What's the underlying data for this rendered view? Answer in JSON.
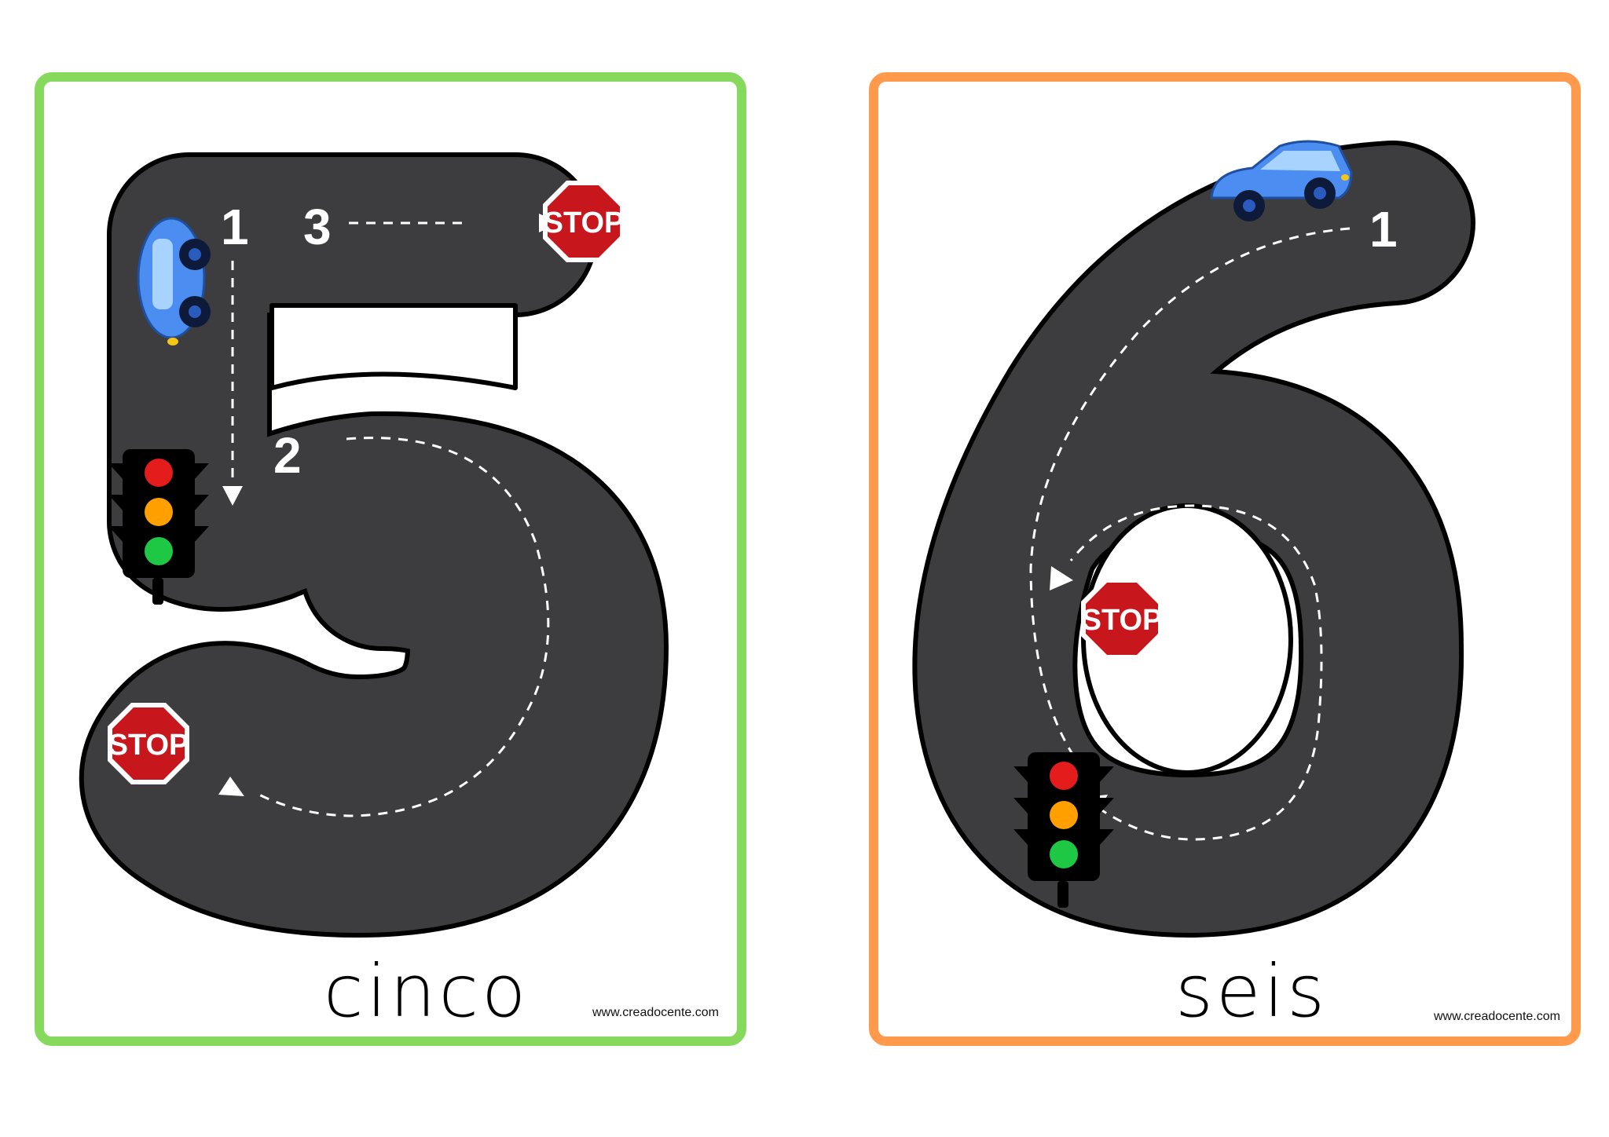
{
  "colors": {
    "card5_border": "#86d95c",
    "card6_border": "#ff9a4d",
    "road": "#3d3d3f",
    "stop": "#c8161d",
    "car": "#4b8df0"
  },
  "cards": [
    {
      "digit": "5",
      "word": "cinco",
      "url": "www.creadocente.com",
      "step_numbers": [
        "1",
        "2",
        "3"
      ],
      "stop_label": "STOP",
      "icons": [
        "car-icon",
        "traffic-light-icon",
        "stop-sign-icon",
        "stop-sign-icon"
      ]
    },
    {
      "digit": "6",
      "word": "seis",
      "url": "www.creadocente.com",
      "step_numbers": [
        "1"
      ],
      "stop_label": "STOP",
      "icons": [
        "car-icon",
        "traffic-light-icon",
        "stop-sign-icon"
      ]
    }
  ]
}
